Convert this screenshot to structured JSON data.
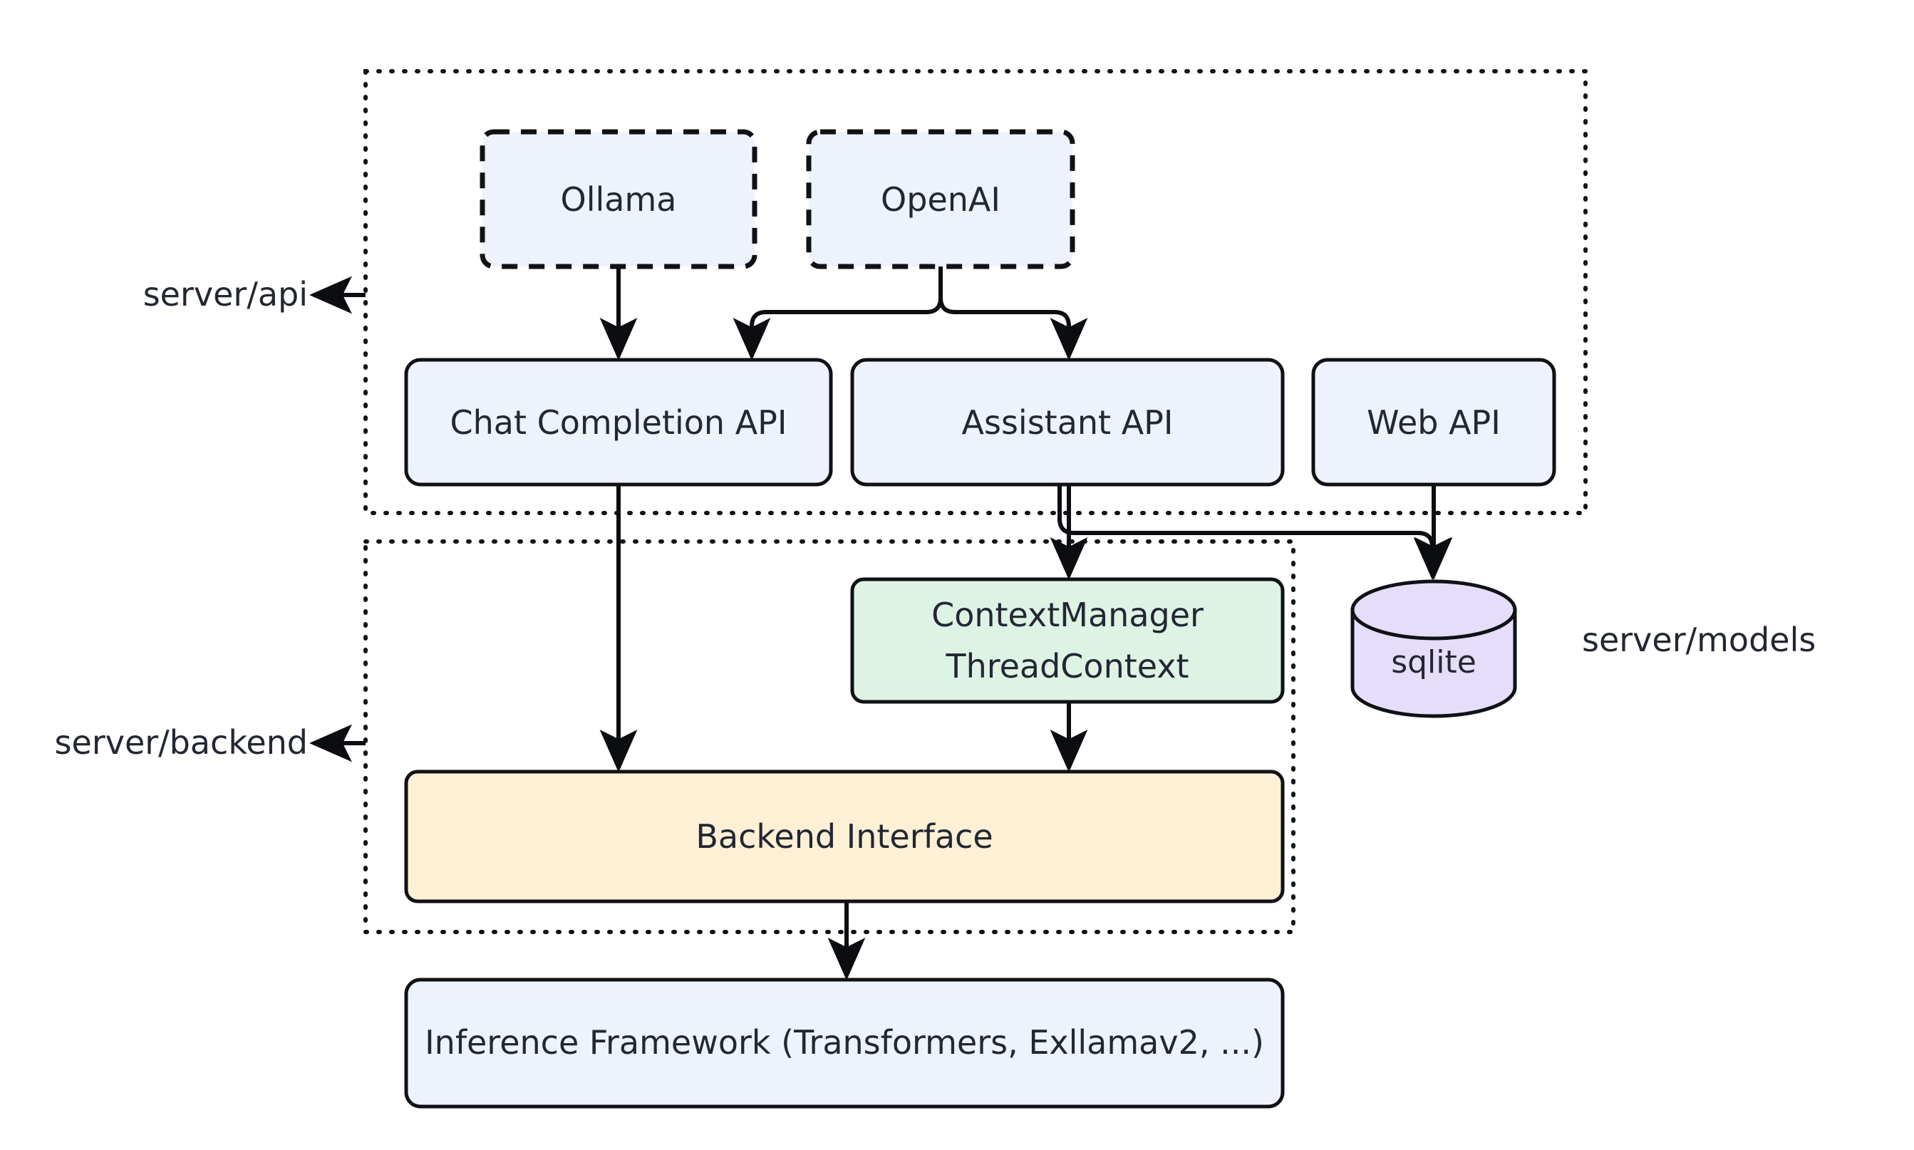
{
  "diagram": {
    "title": "Server architecture flowchart",
    "background": "#ffffff",
    "palette": {
      "blue_fill": "#eef2fc",
      "green_fill": "#ddf3e4",
      "yellow_fill": "#fdf0d5",
      "purple_fill": "#e6ddfb",
      "stroke": "#0f1115",
      "text": "#232733"
    },
    "clusters": [
      {
        "id": "api-cluster",
        "pointer_label": "server/api",
        "style": "dotted"
      },
      {
        "id": "backend-cluster",
        "pointer_label": "server/backend",
        "style": "dotted"
      }
    ],
    "standalone_labels": [
      {
        "id": "models-label",
        "text": "server/models"
      }
    ],
    "nodes": [
      {
        "id": "ollama",
        "label": "Ollama",
        "shape": "rounded-rect",
        "border": "dashed",
        "fill": "#eef2fc"
      },
      {
        "id": "openai",
        "label": "OpenAI",
        "shape": "rounded-rect",
        "border": "dashed",
        "fill": "#eef2fc"
      },
      {
        "id": "chat-completion-api",
        "label": "Chat Completion API",
        "shape": "rounded-rect",
        "border": "solid",
        "fill": "#eef2fc"
      },
      {
        "id": "assistant-api",
        "label": "Assistant API",
        "shape": "rounded-rect",
        "border": "solid",
        "fill": "#eef2fc"
      },
      {
        "id": "web-api",
        "label": "Web API",
        "shape": "rounded-rect",
        "border": "solid",
        "fill": "#eef2fc"
      },
      {
        "id": "context-manager",
        "label_line1": "ContextManager",
        "label_line2": "ThreadContext",
        "shape": "rounded-rect",
        "border": "solid",
        "fill": "#ddf3e4"
      },
      {
        "id": "sqlite",
        "label": "sqlite",
        "shape": "cylinder",
        "border": "solid",
        "fill": "#e6ddfb"
      },
      {
        "id": "backend-interface",
        "label": "Backend Interface",
        "shape": "rounded-rect",
        "border": "solid",
        "fill": "#fdf0d5"
      },
      {
        "id": "inference-framework",
        "label": "Inference Framework (Transformers, Exllamav2, ...)",
        "shape": "rounded-rect",
        "border": "solid",
        "fill": "#eef2fc"
      }
    ],
    "edges": [
      {
        "from": "ollama",
        "to": "chat-completion-api"
      },
      {
        "from": "openai",
        "to": "chat-completion-api"
      },
      {
        "from": "openai",
        "to": "assistant-api"
      },
      {
        "from": "chat-completion-api",
        "to": "backend-interface"
      },
      {
        "from": "assistant-api",
        "to": "context-manager"
      },
      {
        "from": "assistant-api",
        "to": "sqlite"
      },
      {
        "from": "web-api",
        "to": "sqlite"
      },
      {
        "from": "context-manager",
        "to": "backend-interface"
      },
      {
        "from": "backend-interface",
        "to": "inference-framework"
      }
    ]
  }
}
